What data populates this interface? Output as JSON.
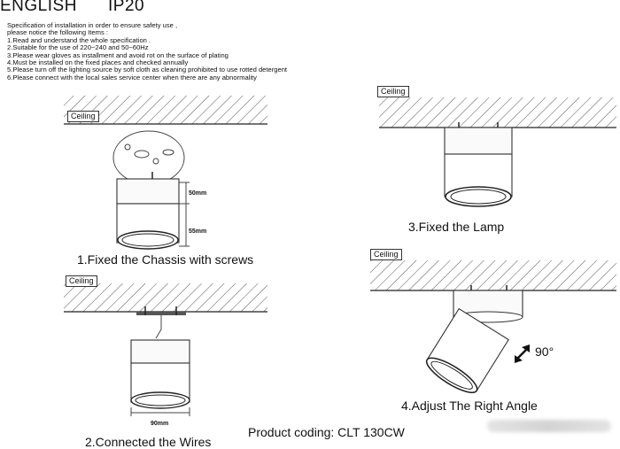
{
  "header": {
    "language": "ENGLISH",
    "rating": "IP20"
  },
  "spec": {
    "intro1": "Specification of installation in order to ensure safety use ,",
    "intro2": "please notice the following Items :",
    "items": [
      "1.Read and understand the whole specification .",
      "2.Suitable for the use of 220~240 and 50~60Hz",
      "3.Please wear gloves as installment and avoid rot on the surface of plating",
      "4.Must be installed on the fixed places and checked annually",
      "5.Please turn off the lighting source by soft cloth as cleaning prohibited to use rotted detergent",
      "6.Please connect with the local sales service center when there are any abnormality"
    ]
  },
  "steps": {
    "step1": "1.Fixed the Chassis with screws",
    "step2": "2.Connected the Wires",
    "step3": "3.Fixed the Lamp",
    "step4": "4.Adjust The Right Angle"
  },
  "ceiling_label": "Ceiling",
  "dimensions": {
    "height_top": "50mm",
    "height_bottom": "55mm",
    "diameter": "90mm"
  },
  "angle": "90°",
  "product_coding": "Product coding: CLT 130CW"
}
